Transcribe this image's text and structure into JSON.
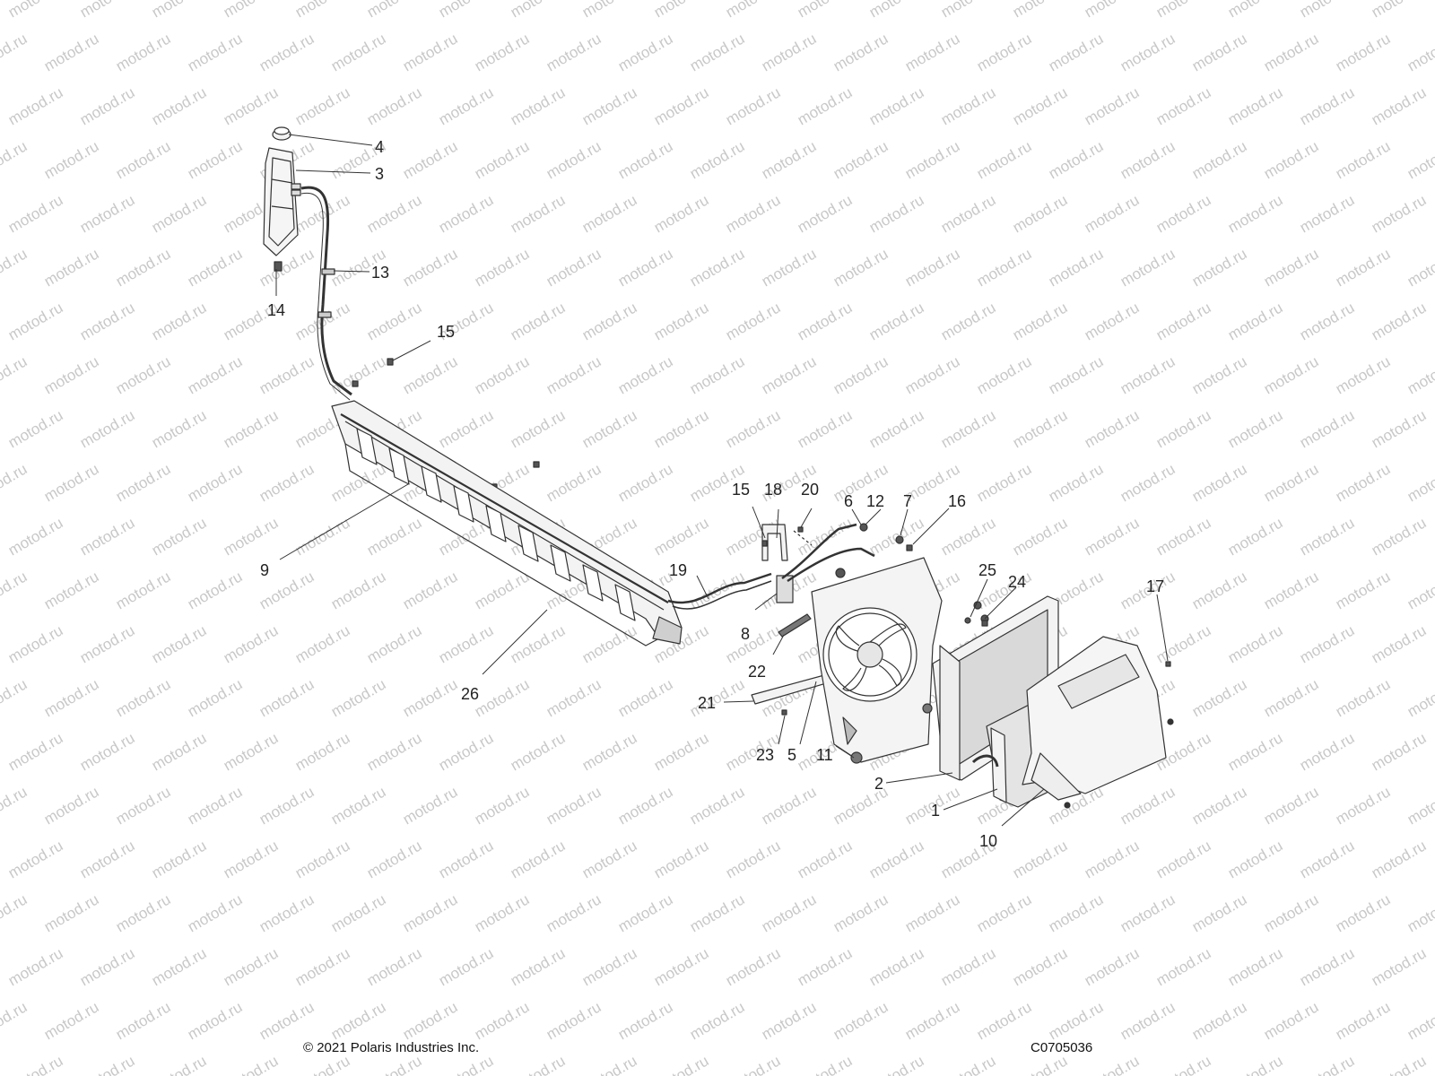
{
  "diagram": {
    "watermark": "motod.ru",
    "callouts": [
      "4",
      "3",
      "13",
      "14",
      "15",
      "9",
      "26",
      "15",
      "18",
      "20",
      "6",
      "12",
      "7",
      "16",
      "19",
      "8",
      "22",
      "21",
      "23",
      "5",
      "11",
      "25",
      "24",
      "17",
      "2",
      "1",
      "10"
    ]
  },
  "footer": {
    "copyright": "© 2021 Polaris Industries Inc.",
    "drawing_code": "C0705036"
  },
  "colors": {
    "line": "#333333",
    "watermark": "#c8c8c8",
    "part_fill": "#f3f3f3",
    "shade": "#cfcfcf"
  }
}
